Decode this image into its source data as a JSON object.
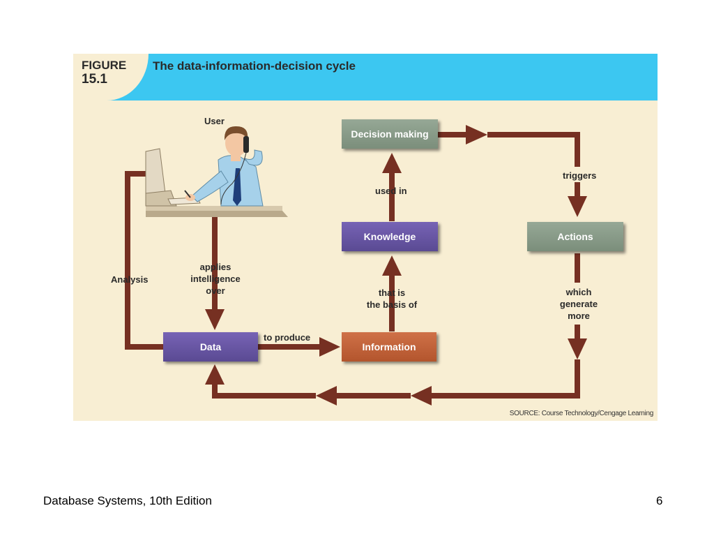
{
  "figure": {
    "label_word": "FIGURE",
    "label_number": "15.1",
    "title": "The data-information-decision cycle",
    "source": "SOURCE: Course Technology/Cengage Learning"
  },
  "nodes": {
    "user": "User",
    "decision_making": "Decision making",
    "knowledge": "Knowledge",
    "actions": "Actions",
    "data": "Data",
    "information": "Information"
  },
  "edges": {
    "analysis": "Analysis",
    "applies_intelligence_over": [
      "applies",
      "intelligence",
      "over"
    ],
    "to_produce": "to produce",
    "that_is_the_basis_of": [
      "that is",
      "the basis of"
    ],
    "used_in": "used in",
    "triggers": "triggers",
    "which_generate_more": [
      "which",
      "generate",
      "more"
    ]
  },
  "colors": {
    "arrow": "#763022",
    "header": "#3cc7f1",
    "background": "#f8eed3"
  },
  "footer": {
    "left": "Database Systems, 10th Edition",
    "page_number": "6"
  }
}
